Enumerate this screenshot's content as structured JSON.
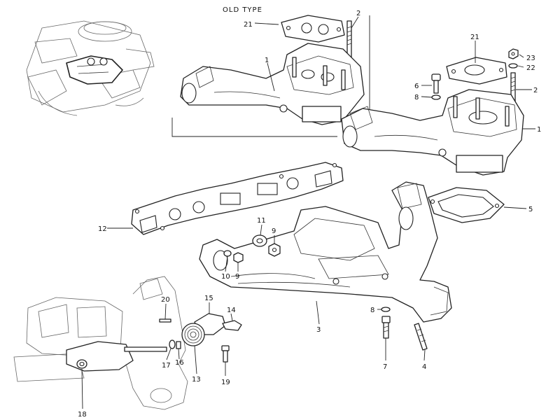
{
  "diagram": {
    "old_type_label": "OLD TYPE",
    "callouts": {
      "c21a": "21",
      "c2a": "2",
      "c1a": "1",
      "c21b": "21",
      "c23": "23",
      "c22": "22",
      "c6": "6",
      "c8a": "8",
      "c2b": "2",
      "c1b": "1",
      "c12": "12",
      "c11": "11",
      "c9a": "9",
      "c10": "10",
      "c9b": "9",
      "c5": "5",
      "c3": "3",
      "c8b": "8",
      "c7": "7",
      "c4": "4",
      "c20": "20",
      "c15": "15",
      "c14": "14",
      "c17": "17",
      "c16": "16",
      "c13": "13",
      "c19": "19",
      "c18": "18"
    }
  }
}
